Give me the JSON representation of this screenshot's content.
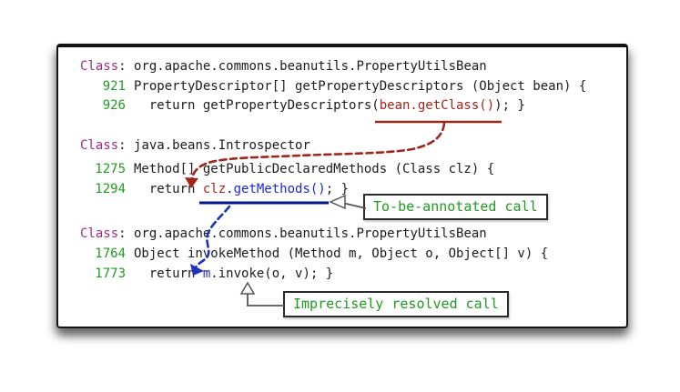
{
  "figure": {
    "sections": [
      {
        "class_kw": "Class",
        "sep": ": ",
        "class_name": "org.apache.commons.beanutils.PropertyUtilsBean",
        "lines": [
          {
            "num": "921",
            "seg": [
              "PropertyDescriptor[] getPropertyDescriptors (Object bean) {"
            ]
          },
          {
            "num": "926",
            "seg": [
              "  return getPropertyDescriptors(",
              "bean.getClass()",
              "); }"
            ]
          }
        ]
      },
      {
        "class_kw": "Class",
        "sep": ": ",
        "class_name": "java.beans.Introspector",
        "lines": [
          {
            "num": "1275",
            "seg": [
              "Method[] getPublicDeclaredMethods (Class clz) {"
            ]
          },
          {
            "num": "1294",
            "seg": [
              "  return ",
              "clz",
              ".",
              "getMethods()",
              "; }"
            ]
          }
        ]
      },
      {
        "class_kw": "Class",
        "sep": ": ",
        "class_name": "org.apache.commons.beanutils.PropertyUtilsBean",
        "lines": [
          {
            "num": "1764",
            "seg": [
              "Object invokeMethod (Method m, Object o, Object[] v) {"
            ]
          },
          {
            "num": "1773",
            "seg": [
              "  return ",
              "m",
              ".invoke(o, v); }"
            ]
          }
        ]
      }
    ],
    "callouts": [
      {
        "label": "To-be-annotated call"
      },
      {
        "label": "Imprecisely resolved call"
      }
    ],
    "colors": {
      "class_keyword_magenta": "#a02d80",
      "line_number_green": "#1f9c1f",
      "code_text": "#1c1c1c",
      "call_highlight_red": "#a1251b",
      "call_highlight_blue": "#1d27cc",
      "underline_blue": "#001591",
      "arrow_blue": "#1d33c0",
      "callout_text_green": "#1f9c1f"
    }
  }
}
